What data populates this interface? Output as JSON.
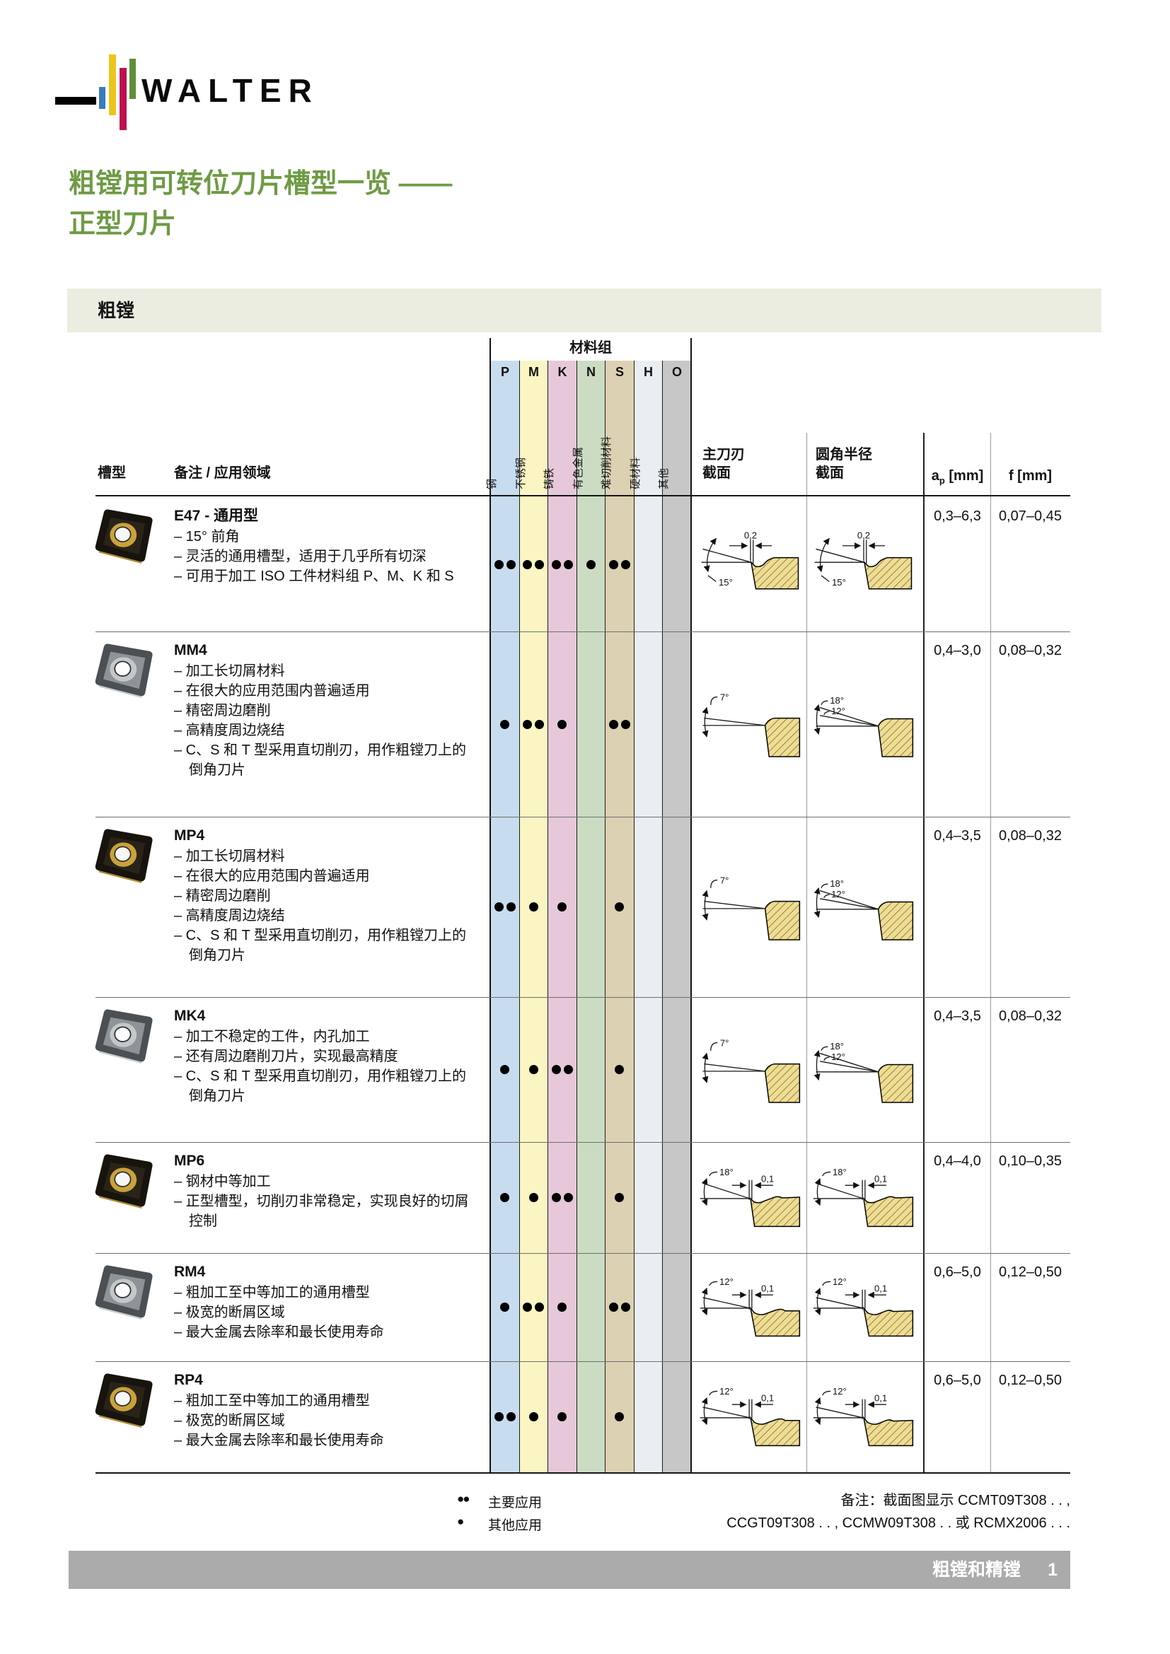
{
  "logo": {
    "brand": "WALTER"
  },
  "page_title": {
    "line1": "粗镗用可转位刀片槽型一览 ——",
    "line2": "正型刀片"
  },
  "section_band": "粗镗",
  "table": {
    "headers": {
      "geometry": "槽型",
      "notes": "备注 / 应用领域",
      "material_group": "材料组",
      "main_section_l1": "主刀刃",
      "main_section_l2": "截面",
      "corner_section_l1": "圆角半径",
      "corner_section_l2": "截面",
      "ap_base": "a",
      "ap_sub": "p",
      "ap_unit": " [mm]",
      "f": "f [mm]"
    },
    "materials": [
      {
        "code": "P",
        "name": "钢",
        "color": "#c8dcef"
      },
      {
        "code": "M",
        "name": "不锈钢",
        "color": "#fbf5c3"
      },
      {
        "code": "K",
        "name": "铸铁",
        "color": "#e6c8da"
      },
      {
        "code": "N",
        "name": "有色金属",
        "color": "#cbdcc3"
      },
      {
        "code": "S",
        "name": "难切削材料",
        "color": "#dcd1b2"
      },
      {
        "code": "H",
        "name": "硬材料",
        "color": "#e9eef2"
      },
      {
        "code": "O",
        "name": "其他",
        "color": "#c7c7c7"
      }
    ],
    "rows": [
      {
        "id": "E47",
        "title": "E47 - 通用型",
        "bullets": [
          "– 15° 前角",
          "– 灵活的通用槽型，适用于几乎所有切深",
          "– 可用于加工 ISO 工件材料组 P、M、K 和 S"
        ],
        "dots": [
          2,
          2,
          2,
          1,
          2,
          0,
          0
        ],
        "insert_finish": "black-gold",
        "main": {
          "angle": "15°",
          "dim": "0,2"
        },
        "corner": {
          "angle": "15°",
          "dim": "0,2"
        },
        "ap": "0,3–6,3",
        "f": "0,07–0,45"
      },
      {
        "id": "MM4",
        "title": "MM4",
        "bullets": [
          "– 加工长切屑材料",
          "– 在很大的应用范围内普遍适用",
          "– 精密周边磨削",
          "– 高精度周边烧结",
          "– C、S 和 T 型采用直切削刃，用作粗镗刀上的倒角刀片"
        ],
        "dots": [
          1,
          2,
          1,
          0,
          2,
          0,
          0
        ],
        "insert_finish": "silver",
        "main": {
          "angle": "7°"
        },
        "corner": {
          "angle1": "18°",
          "angle2": "12°"
        },
        "ap": "0,4–3,0",
        "f": "0,08–0,32"
      },
      {
        "id": "MP4",
        "title": "MP4",
        "bullets": [
          "– 加工长切屑材料",
          "– 在很大的应用范围内普遍适用",
          "– 精密周边磨削",
          "– 高精度周边烧结",
          "– C、S 和 T 型采用直切削刃，用作粗镗刀上的倒角刀片"
        ],
        "dots": [
          2,
          1,
          1,
          0,
          1,
          0,
          0
        ],
        "insert_finish": "black-gold",
        "main": {
          "angle": "7°"
        },
        "corner": {
          "angle1": "18°",
          "angle2": "12°"
        },
        "ap": "0,4–3,5",
        "f": "0,08–0,32"
      },
      {
        "id": "MK4",
        "title": "MK4",
        "bullets": [
          "– 加工不稳定的工件，内孔加工",
          "– 还有周边磨削刀片，实现最高精度",
          "– C、S 和 T 型采用直切削刃，用作粗镗刀上的倒角刀片"
        ],
        "dots": [
          1,
          1,
          2,
          0,
          1,
          0,
          0
        ],
        "insert_finish": "silver",
        "main": {
          "angle": "7°"
        },
        "corner": {
          "angle1": "18°",
          "angle2": "12°"
        },
        "ap": "0,4–3,5",
        "f": "0,08–0,32"
      },
      {
        "id": "MP6",
        "title": "MP6",
        "bullets": [
          "– 钢材中等加工",
          "– 正型槽型，切削刃非常稳定，实现良好的切屑控制"
        ],
        "dots": [
          1,
          1,
          2,
          0,
          1,
          0,
          0
        ],
        "insert_finish": "black-gold",
        "main": {
          "angle": "18°",
          "dim": "0,1"
        },
        "corner": {
          "angle": "18°",
          "dim": "0,1"
        },
        "ap": "0,4–4,0",
        "f": "0,10–0,35"
      },
      {
        "id": "RM4",
        "title": "RM4",
        "bullets": [
          "– 粗加工至中等加工的通用槽型",
          "– 极宽的断屑区域",
          "– 最大金属去除率和最长使用寿命"
        ],
        "dots": [
          1,
          2,
          1,
          0,
          2,
          0,
          0
        ],
        "insert_finish": "silver",
        "main": {
          "angle": "12°",
          "dim": "0,1"
        },
        "corner": {
          "angle": "12°",
          "dim": "0,1"
        },
        "ap": "0,6–5,0",
        "f": "0,12–0,50"
      },
      {
        "id": "RP4",
        "title": "RP4",
        "bullets": [
          "– 粗加工至中等加工的通用槽型",
          "– 极宽的断屑区域",
          "– 最大金属去除率和最长使用寿命"
        ],
        "dots": [
          2,
          1,
          1,
          0,
          1,
          0,
          0
        ],
        "insert_finish": "black-gold",
        "main": {
          "angle": "12°",
          "dim": "0,1"
        },
        "corner": {
          "angle": "12°",
          "dim": "0,1"
        },
        "ap": "0,6–5,0",
        "f": "0,12–0,50"
      }
    ]
  },
  "legend": [
    {
      "symbol": "●●",
      "label": "主要应用"
    },
    {
      "symbol": "●",
      "label": "其他应用"
    }
  ],
  "note": {
    "line1": "备注：截面图显示 CCMT09T308 . . ,",
    "line2": "CCGT09T308 . . , CCMW09T308 . . 或 RCMX2006 . . ."
  },
  "footer": {
    "section": "粗镗和精镗",
    "page": "1"
  }
}
